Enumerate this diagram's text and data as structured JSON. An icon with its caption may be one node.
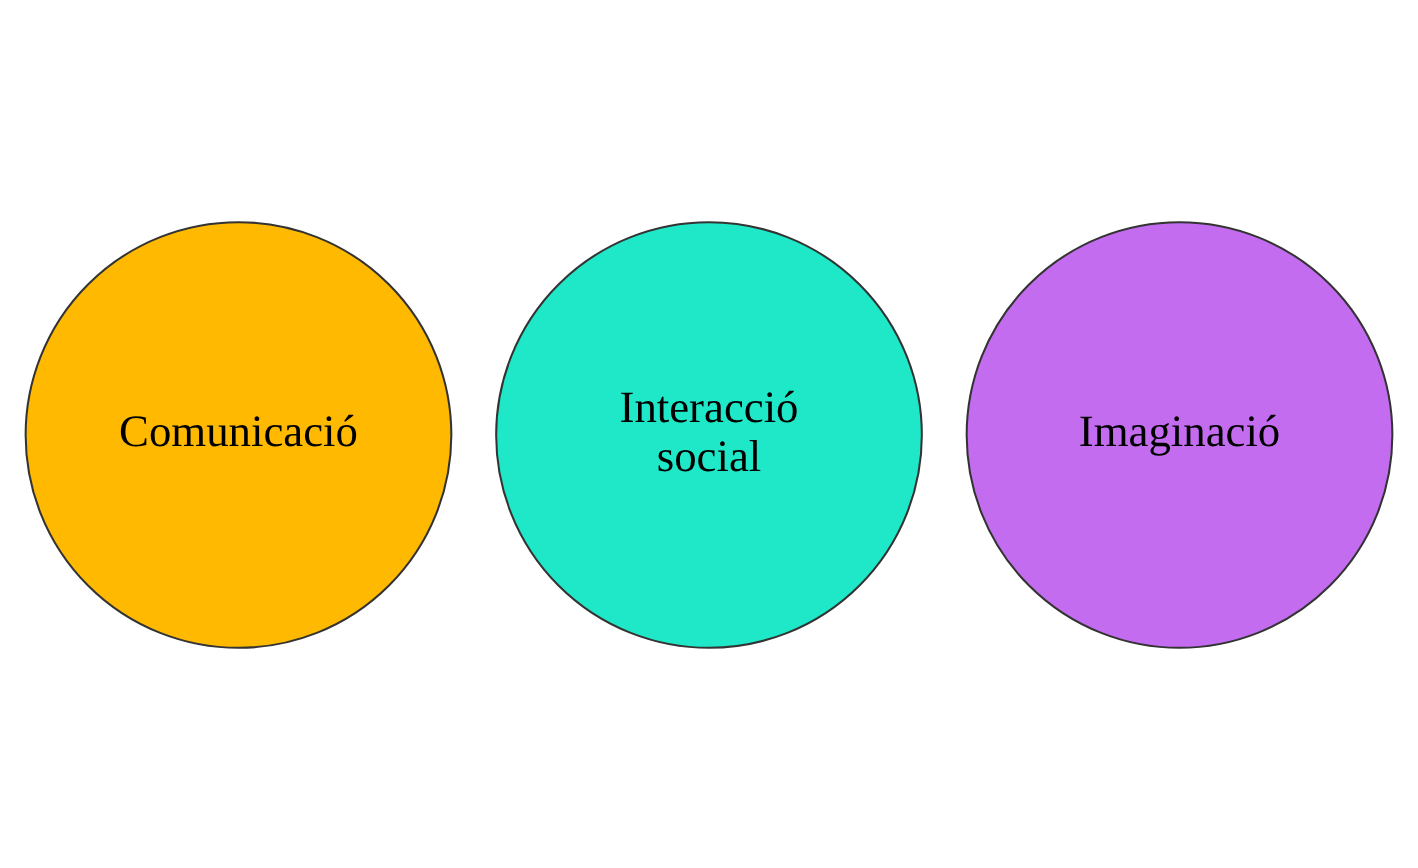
{
  "diagram": {
    "nodes": [
      {
        "text": [
          "Interacció social"
        ]
      },
      {
        "text": [
          "Comunicació"
        ]
      },
      {
        "text": [
          "Imaginació"
        ]
      }
    ]
  }
}
